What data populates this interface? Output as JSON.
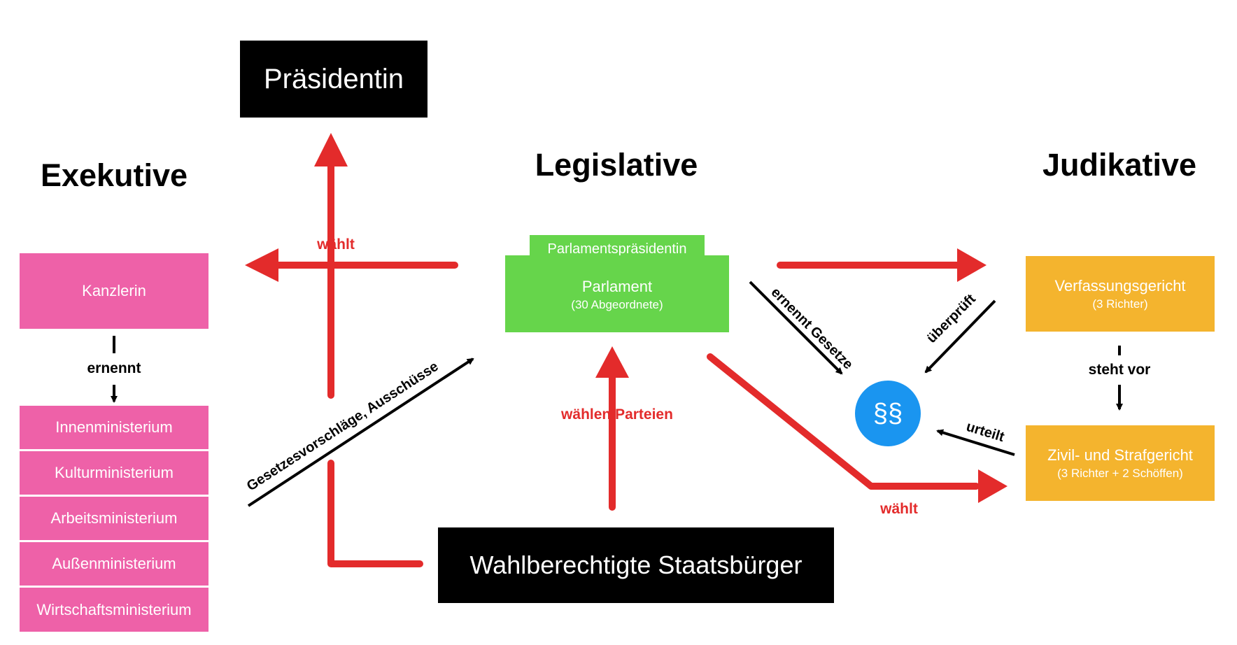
{
  "headings": {
    "exekutive": "Exekutive",
    "legislative": "Legislative",
    "judikative": "Judikative"
  },
  "praesidentin": "Präsidentin",
  "staatsbuerger": "Wahlberechtigte Staatsbürger",
  "exekutive": {
    "kanzlerin": "Kanzlerin",
    "ernennt": "ernennt",
    "ministerien": [
      "Innenministerium",
      "Kulturministerium",
      "Arbeitsministerium",
      "Außenministerium",
      "Wirtschaftsministerium"
    ]
  },
  "legislative": {
    "tab": "Parlamentspräsidentin",
    "title": "Parlament",
    "subtitle": "(30 Abgeordnete)"
  },
  "judikative": {
    "verfassungsgericht": {
      "title": "Verfassungsgericht",
      "subtitle": "(3 Richter)"
    },
    "steht_vor": "steht vor",
    "zivilgericht": {
      "title": "Zivil- und Strafgericht",
      "subtitle": "(3 Richter + 2 Schöffen)"
    }
  },
  "law_symbol": "§§",
  "labels": {
    "waehlt_top": "wählt",
    "waehlen_parteien": "wählen Parteien",
    "gesetzesvorschlaege": "Gesetzesvorschläge, Ausschüsse",
    "ernennt_gesetze": "ernennt Gesetze",
    "ueberprueft": "überprüft",
    "urteilt": "urteilt",
    "waehlt_right": "wählt"
  },
  "colors": {
    "pink": "#ee61a8",
    "green": "#66d54b",
    "orange": "#f4b42e",
    "blue": "#1a95f0",
    "red": "#e32b2b",
    "black": "#000000"
  }
}
